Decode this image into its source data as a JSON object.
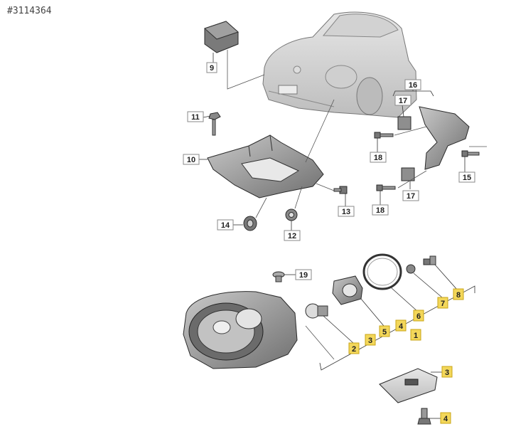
{
  "reference_id": "#3114364",
  "callouts": [
    {
      "label": "9",
      "highlighted": false
    },
    {
      "label": "11",
      "highlighted": false
    },
    {
      "label": "10",
      "highlighted": false
    },
    {
      "label": "16",
      "highlighted": false
    },
    {
      "label": "17",
      "highlighted": false
    },
    {
      "label": "18",
      "highlighted": false
    },
    {
      "label": "15",
      "highlighted": false
    },
    {
      "label": "17",
      "highlighted": false
    },
    {
      "label": "18",
      "highlighted": false
    },
    {
      "label": "13",
      "highlighted": false
    },
    {
      "label": "14",
      "highlighted": false
    },
    {
      "label": "12",
      "highlighted": false
    },
    {
      "label": "19",
      "highlighted": false
    },
    {
      "label": "2",
      "highlighted": true
    },
    {
      "label": "3",
      "highlighted": true
    },
    {
      "label": "5",
      "highlighted": true
    },
    {
      "label": "4",
      "highlighted": true
    },
    {
      "label": "1",
      "highlighted": true
    },
    {
      "label": "6",
      "highlighted": true
    },
    {
      "label": "7",
      "highlighted": true
    },
    {
      "label": "8",
      "highlighted": true
    },
    {
      "label": "3",
      "highlighted": true
    },
    {
      "label": "4",
      "highlighted": true
    }
  ],
  "colors": {
    "highlight": "#f3d75a",
    "part_fill": "#9a9a9a",
    "part_dark": "#5e5e5e"
  }
}
